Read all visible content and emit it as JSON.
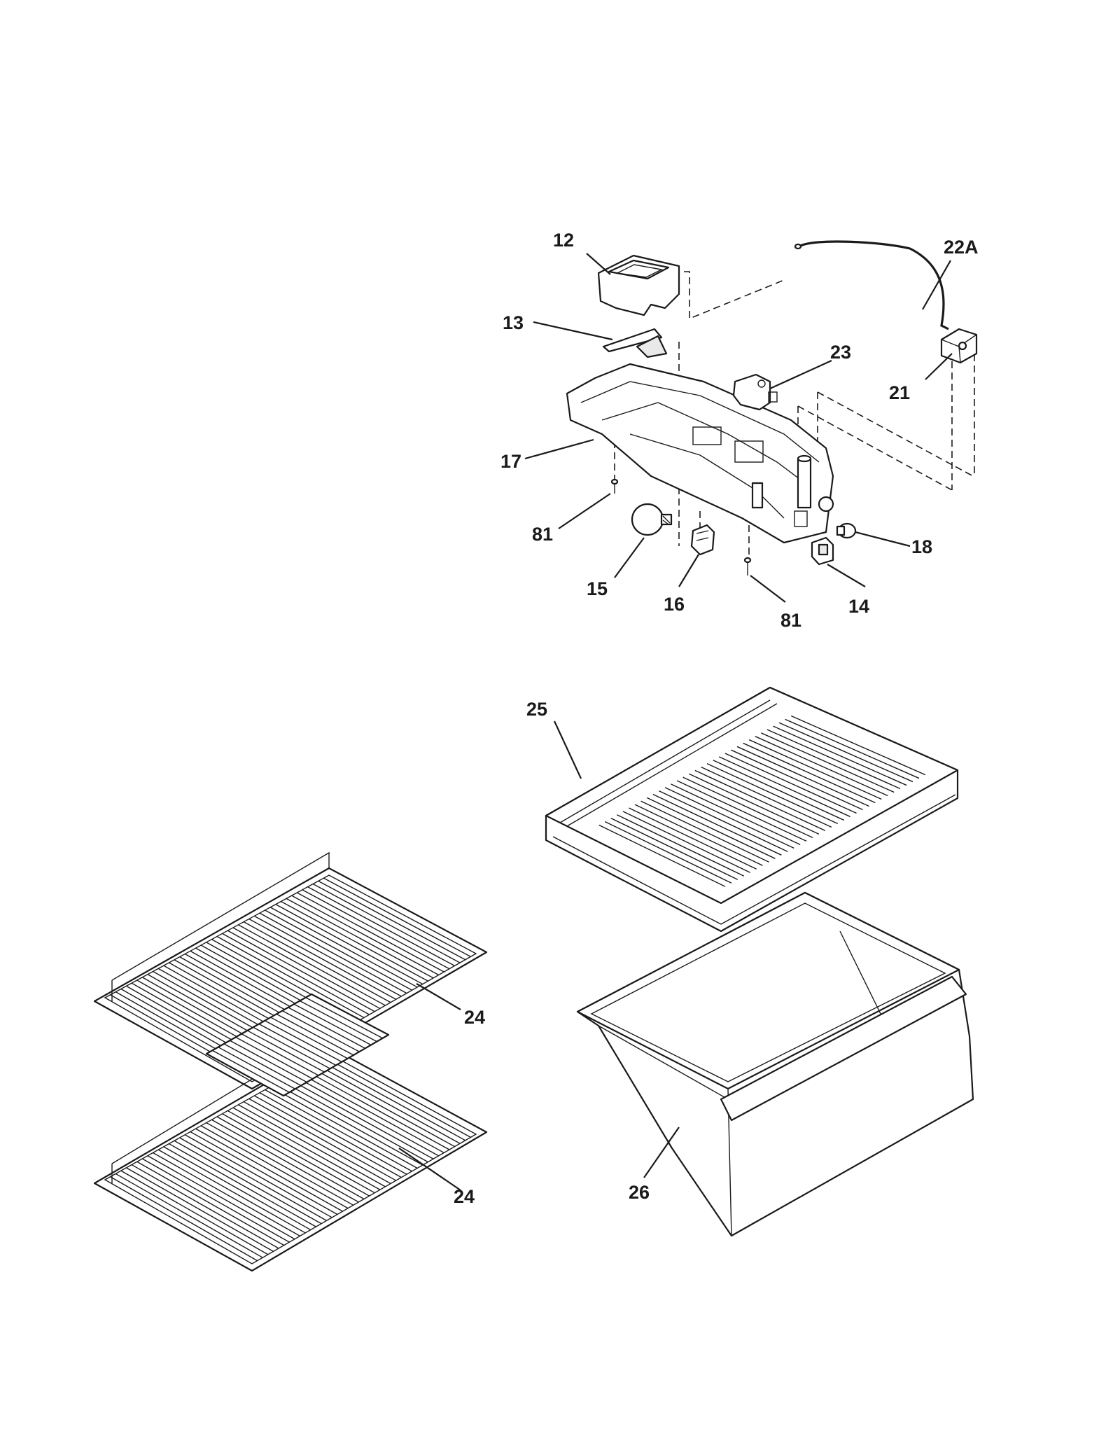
{
  "callouts": {
    "c12": "12",
    "c13": "13",
    "c22A": "22A",
    "c23": "23",
    "c21": "21",
    "c17": "17",
    "c81a": "81",
    "c81b": "81",
    "c15": "15",
    "c16": "16",
    "c14": "14",
    "c18": "18",
    "c25": "25",
    "c24a": "24",
    "c24b": "24",
    "c26": "26"
  }
}
